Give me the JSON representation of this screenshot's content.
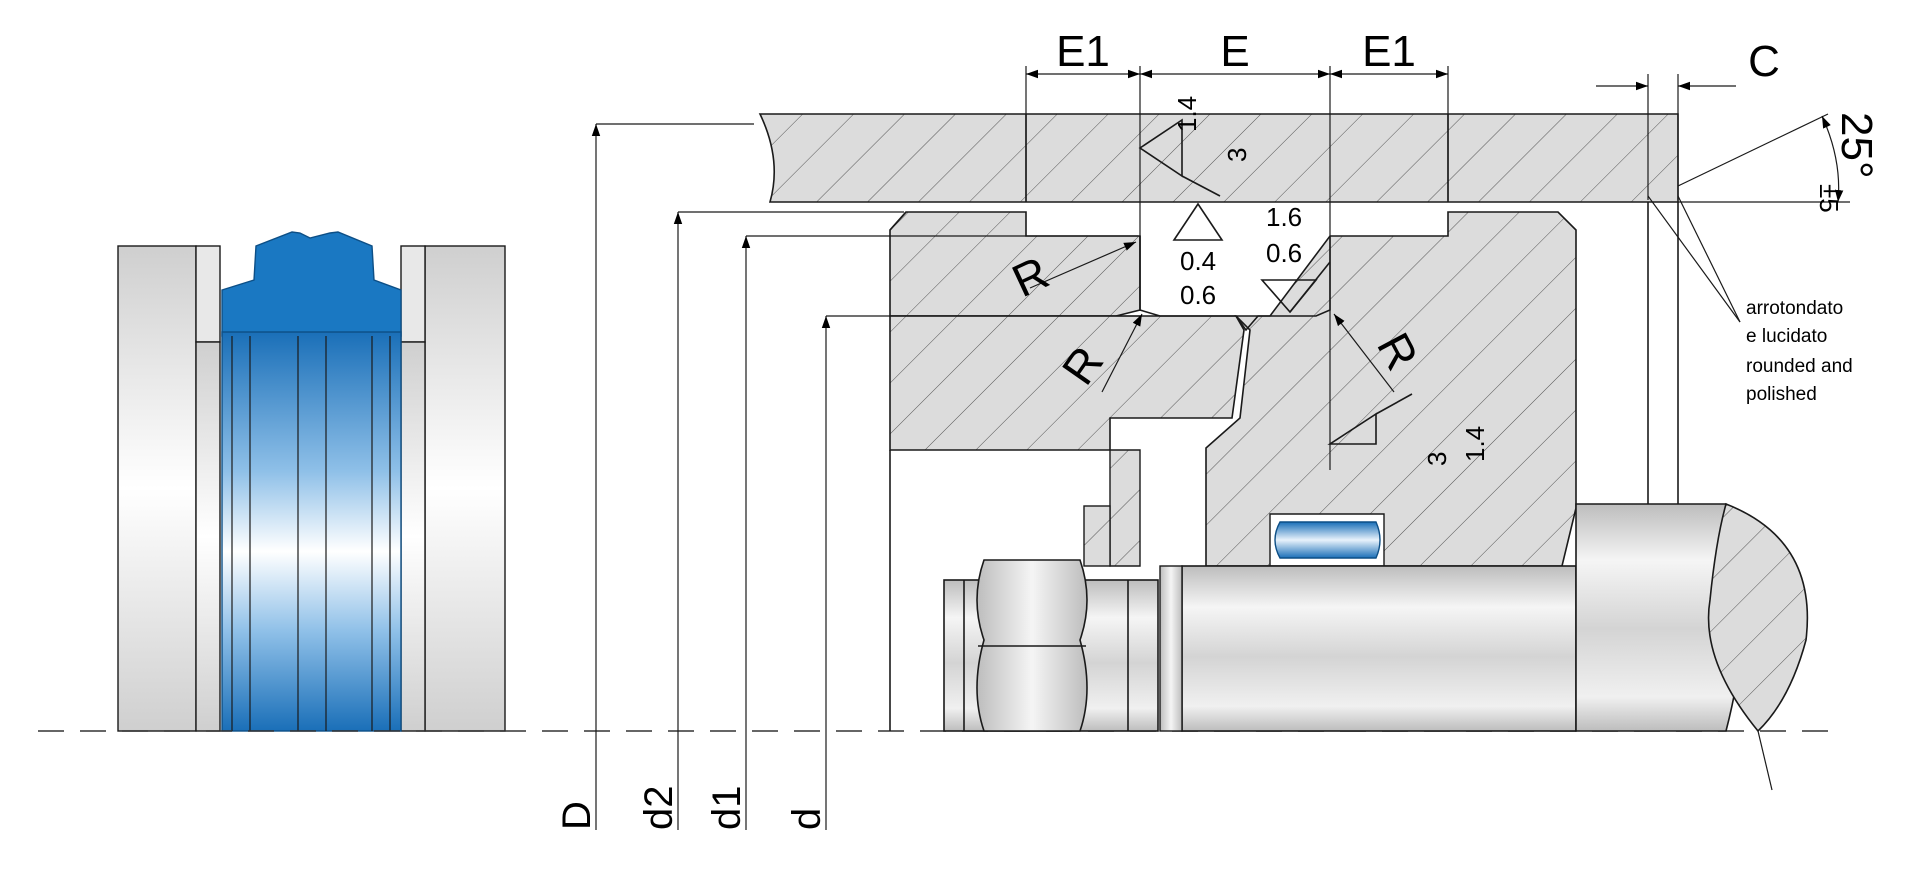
{
  "dimensions": {
    "E1_left": "E1",
    "E": "E",
    "E1_right": "E1",
    "C": "C",
    "D": "D",
    "d2": "d2",
    "d1": "d1",
    "d": "d"
  },
  "angle": {
    "value": "25°",
    "tolerance": "±5"
  },
  "radii": {
    "r1": "R",
    "r2": "R",
    "r3": "R"
  },
  "surface_finish": {
    "housing_upper": [
      "1.4",
      "3"
    ],
    "groove_flank": [
      "0.4",
      "0.6"
    ],
    "groove_bottom": [
      "1.6",
      "0.6"
    ],
    "piston_right": [
      "3",
      "1.4"
    ]
  },
  "notes": {
    "italian_line1": "arrotondato",
    "italian_line2": "e lucidato",
    "english_line1": "rounded and",
    "english_line2": "polished"
  },
  "colors": {
    "seal_blue": "#1a78c2",
    "hatch_gray": "#dcdcdc",
    "rod_steel": "#e6e6e6"
  }
}
